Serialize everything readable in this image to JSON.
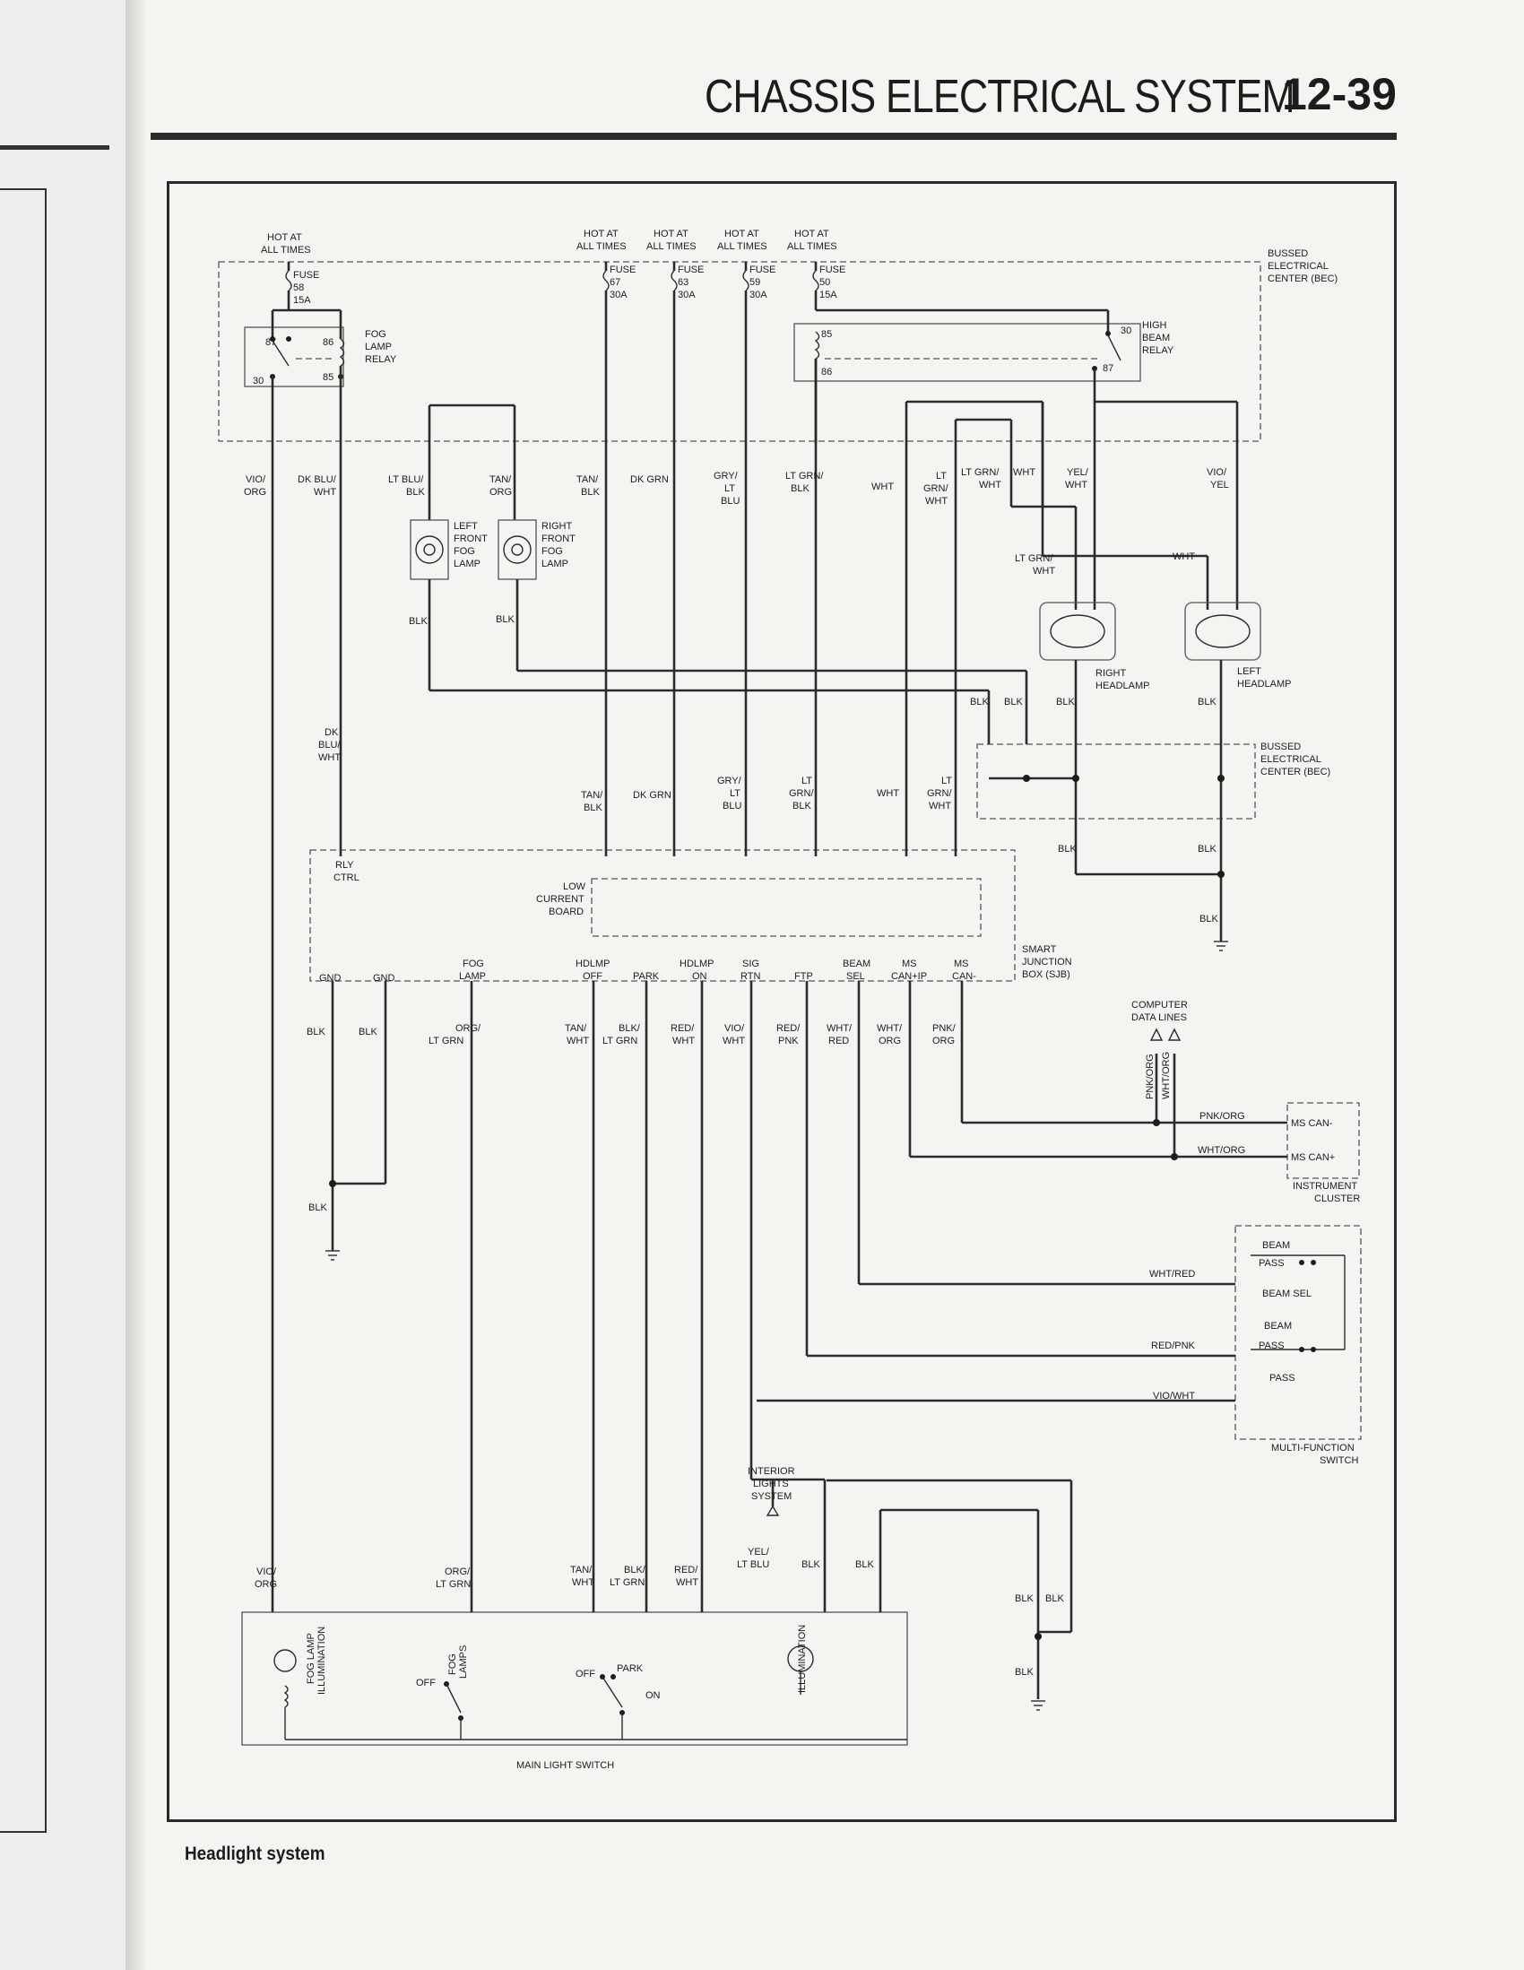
{
  "header": {
    "title": "CHASSIS ELECTRICAL SYSTEM",
    "page_number": "12-39"
  },
  "caption": "Headlight system",
  "supply": [
    {
      "hot": [
        "HOT AT",
        "ALL TIMES"
      ],
      "fuse": [
        "FUSE",
        "58",
        "15A"
      ]
    },
    {
      "hot": [
        "HOT AT",
        "ALL TIMES"
      ],
      "fuse": [
        "FUSE",
        "67",
        "30A"
      ]
    },
    {
      "hot": [
        "HOT AT",
        "ALL TIMES"
      ],
      "fuse": [
        "FUSE",
        "63",
        "30A"
      ]
    },
    {
      "hot": [
        "HOT AT",
        "ALL TIMES"
      ],
      "fuse": [
        "FUSE",
        "59",
        "30A"
      ]
    },
    {
      "hot": [
        "HOT AT",
        "ALL TIMES"
      ],
      "fuse": [
        "FUSE",
        "50",
        "15A"
      ]
    }
  ],
  "components": {
    "bec_top": [
      "BUSSED",
      "ELECTRICAL",
      "CENTER (BEC)"
    ],
    "bec_mid": [
      "BUSSED",
      "ELECTRICAL",
      "CENTER (BEC)"
    ],
    "fog_relay": [
      "FOG",
      "LAMP",
      "RELAY"
    ],
    "high_beam_relay": [
      "HIGH",
      "BEAM",
      "RELAY"
    ],
    "left_fog": [
      "LEFT",
      "FRONT",
      "FOG",
      "LAMP"
    ],
    "right_fog": [
      "RIGHT",
      "FRONT",
      "FOG",
      "LAMP"
    ],
    "right_headlamp": [
      "RIGHT",
      "HEADLAMP"
    ],
    "left_headlamp": [
      "LEFT",
      "HEADLAMP"
    ],
    "low_current_board": [
      "LOW",
      "CURRENT",
      "BOARD"
    ],
    "sjb": [
      "SMART",
      "JUNCTION",
      "BOX (SJB)"
    ],
    "computer_data_lines": [
      "COMPUTER",
      "DATA LINES"
    ],
    "instrument_cluster": [
      "INSTRUMENT",
      "CLUSTER"
    ],
    "multi_function_switch": [
      "MULTI-FUNCTION",
      "SWITCH"
    ],
    "interior_lights": [
      "INTERIOR",
      "LIGHTS",
      "SYSTEM"
    ],
    "main_light_switch": "MAIN LIGHT SWITCH",
    "rly_ctrl": [
      "RLY",
      "CTRL"
    ]
  },
  "pins": {
    "fog_relay": [
      "87",
      "86",
      "30",
      "85"
    ],
    "hb_relay": [
      "85",
      "86",
      "30",
      "87"
    ]
  },
  "sjb_terminals": [
    "GND",
    "GND",
    "FOG",
    "LAMP",
    "HDLMP",
    "OFF",
    "PARK",
    "HDLMP",
    "ON",
    "SIG",
    "RTN",
    "FTP",
    "BEAM",
    "SEL",
    "MS",
    "CAN+IP",
    "MS",
    "CAN-"
  ],
  "wires": {
    "vio_org": [
      "VIO/",
      "ORG"
    ],
    "dk_blu_wht": [
      "DK BLU/",
      "WHT"
    ],
    "lt_blu_blk": [
      "LT BLU/",
      "BLK"
    ],
    "tan_org": [
      "TAN/",
      "ORG"
    ],
    "tan_blk": [
      "TAN/",
      "BLK"
    ],
    "dk_grn": "DK GRN",
    "gry_lt_blu": [
      "GRY/",
      "LT",
      "BLU"
    ],
    "lt_grn_blk": [
      "LT GRN/",
      "BLK"
    ],
    "wht": "WHT",
    "lt_grn_wht": [
      "LT",
      "GRN/",
      "WHT"
    ],
    "lt_grn_wht2": [
      "LT GRN/",
      "WHT"
    ],
    "yel_wht": [
      "YEL/",
      "WHT"
    ],
    "vio_yel": [
      "VIO/",
      "YEL"
    ],
    "blk": "BLK",
    "dk_blu_wht3": [
      "DK",
      "BLU/",
      "WHT"
    ],
    "gry_lt_blu_mid": [
      "GRY/",
      "LT",
      "BLU"
    ],
    "lt_grn_blk_mid": [
      "LT",
      "GRN/",
      "BLK"
    ],
    "org_lt_grn": [
      "ORG/",
      "LT GRN"
    ],
    "tan_wht": [
      "TAN/",
      "WHT"
    ],
    "blk_lt_grn": [
      "BLK/",
      "LT GRN"
    ],
    "red_wht": [
      "RED/",
      "WHT"
    ],
    "vio_wht": [
      "VIO/",
      "WHT"
    ],
    "red_pnk": [
      "RED/",
      "PNK"
    ],
    "wht_red": [
      "WHT/",
      "RED"
    ],
    "wht_org": [
      "WHT/",
      "ORG"
    ],
    "pnk_org": [
      "PNK/",
      "ORG"
    ],
    "pnk_org_h": "PNK/ORG",
    "wht_org_h": "WHT/ORG",
    "wht_red_h": "WHT/RED",
    "red_pnk_h": "RED/PNK",
    "vio_wht_h": "VIO/WHT",
    "yel_lt_blu": [
      "YEL/",
      "LT BLU"
    ]
  },
  "ic_pins": [
    "MS CAN-",
    "MS CAN+"
  ],
  "mfs_labels": [
    "BEAM",
    "PASS",
    "BEAM SEL",
    "BEAM",
    "PASS",
    "PASS"
  ],
  "mls_labels": [
    "FOG LAMP",
    "ILLUMINATION",
    "FOG",
    "LAMPS",
    "OFF",
    "OFF",
    "PARK",
    "ON",
    "ILLUMINATION"
  ]
}
